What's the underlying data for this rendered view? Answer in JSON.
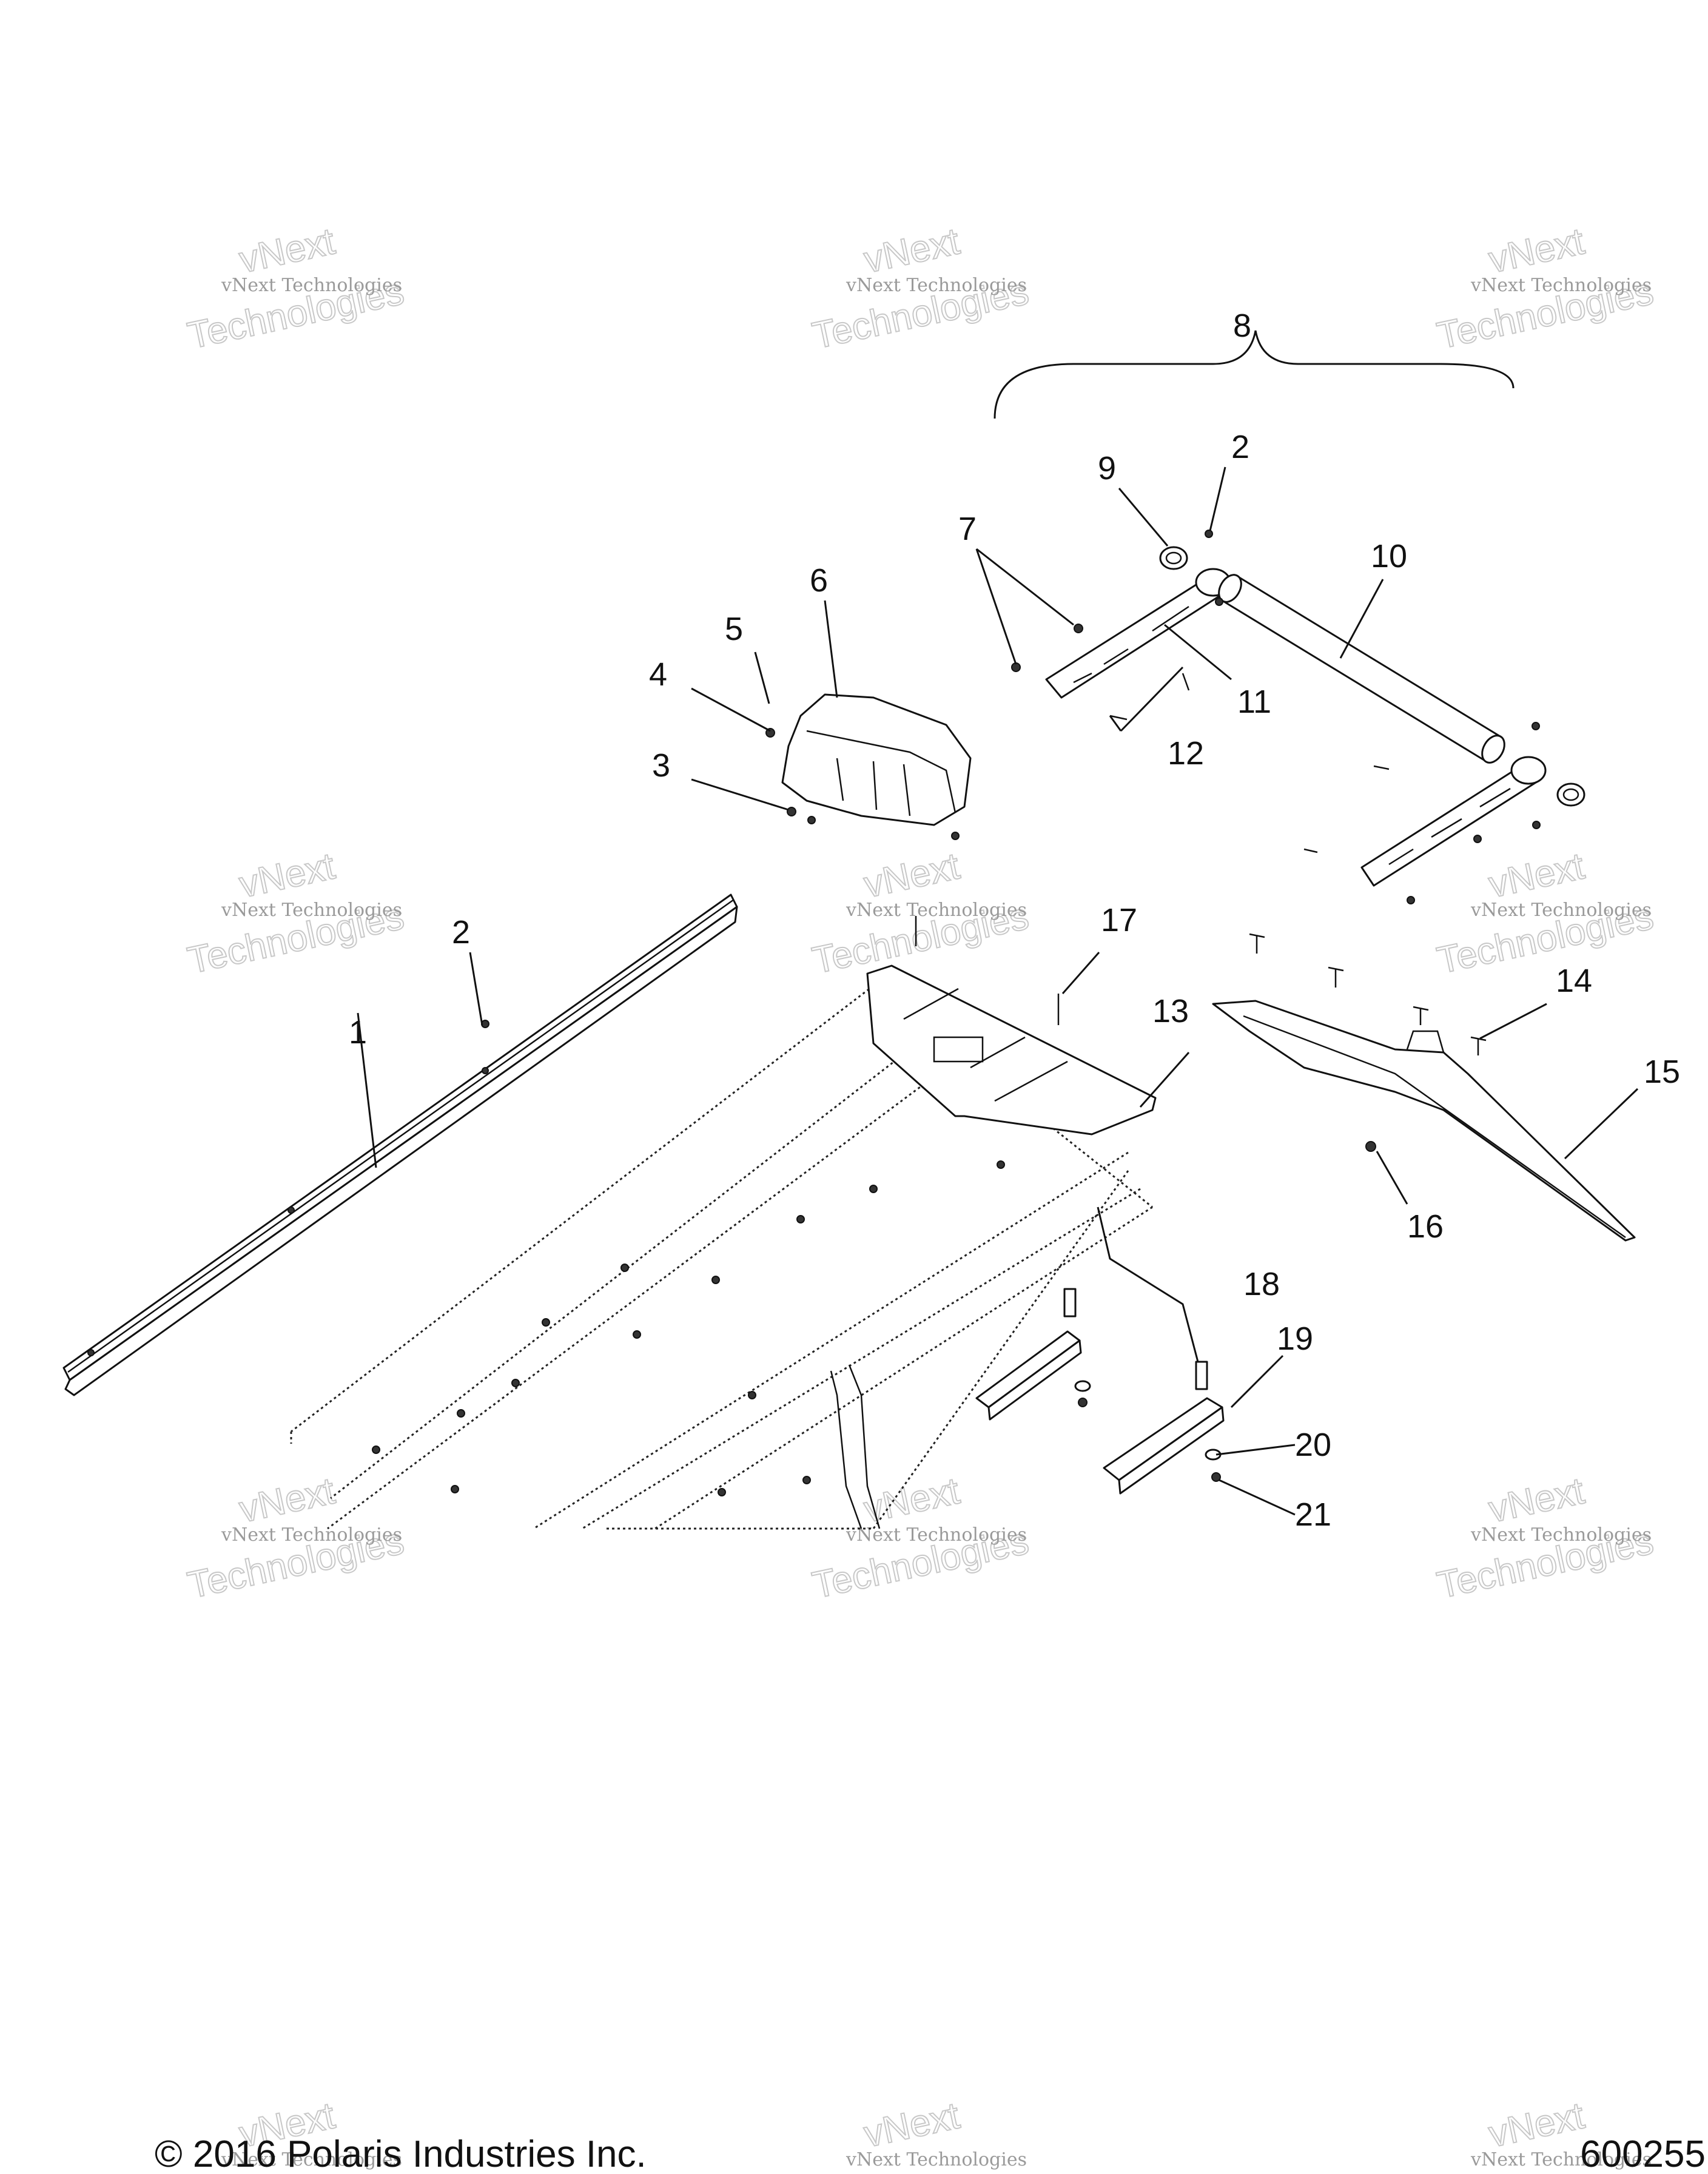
{
  "callouts": [
    "1",
    "2",
    "2",
    "3",
    "4",
    "5",
    "6",
    "7",
    "8",
    "9",
    "10",
    "11",
    "12",
    "13",
    "14",
    "15",
    "16",
    "17",
    "18",
    "19",
    "20",
    "21"
  ],
  "watermark": {
    "line1": "vNext Technologies",
    "line2": "vNext",
    "line3": "Technologies"
  },
  "footer": {
    "copyright": "© 2016 Polaris Industries Inc.",
    "figure_number": "600255"
  }
}
